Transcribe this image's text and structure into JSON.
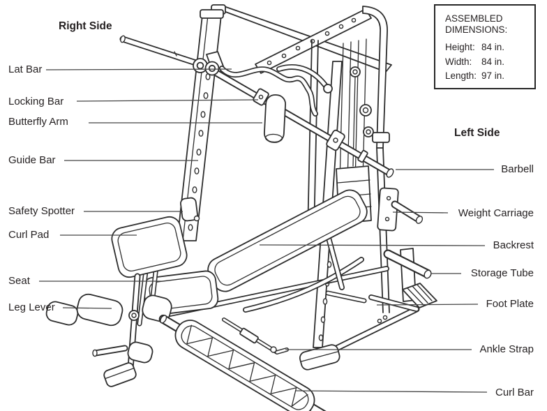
{
  "headings": {
    "right_side": "Right Side",
    "left_side": "Left Side"
  },
  "dimensions_box": {
    "line1": "ASSEMBLED",
    "line2": "DIMENSIONS:",
    "rows": [
      {
        "label": "Height:",
        "value": "84 in."
      },
      {
        "label": "Width:",
        "value": "84 in."
      },
      {
        "label": "Length:",
        "value": "97 in."
      }
    ]
  },
  "labels": {
    "left": [
      {
        "text": "Lat Bar"
      },
      {
        "text": "Locking Bar"
      },
      {
        "text": "Butterfly Arm"
      },
      {
        "text": "Guide Bar"
      },
      {
        "text": "Safety Spotter"
      },
      {
        "text": "Curl Pad"
      },
      {
        "text": "Seat"
      },
      {
        "text": "Leg Lever"
      }
    ],
    "right": [
      {
        "text": "Barbell"
      },
      {
        "text": "Weight Carriage"
      },
      {
        "text": "Backrest"
      },
      {
        "text": "Storage Tube"
      },
      {
        "text": "Foot Plate"
      },
      {
        "text": "Ankle Strap"
      },
      {
        "text": "Curl Bar"
      }
    ]
  },
  "colors": {
    "line_art": "#2d2d2d",
    "leader": "#454545",
    "text": "#231f20"
  }
}
